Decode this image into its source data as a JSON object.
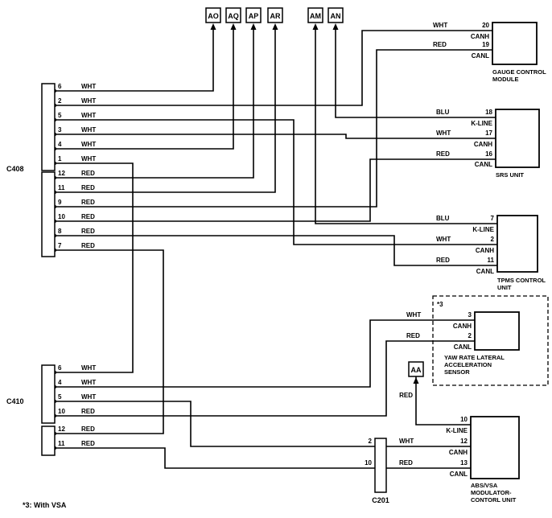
{
  "diagram_note": "*3: With VSA",
  "top_connectors": [
    "AO",
    "AQ",
    "AP",
    "AR",
    "AM",
    "AN"
  ],
  "aa_connector": {
    "label": "AA",
    "wire": "RED"
  },
  "c408": {
    "label": "C408",
    "pins": [
      {
        "n": "6",
        "wire": "WHT"
      },
      {
        "n": "2",
        "wire": "WHT"
      },
      {
        "n": "5",
        "wire": "WHT"
      },
      {
        "n": "3",
        "wire": "WHT"
      },
      {
        "n": "4",
        "wire": "WHT"
      },
      {
        "n": "1",
        "wire": "WHT"
      },
      {
        "n": "12",
        "wire": "RED"
      },
      {
        "n": "11",
        "wire": "RED"
      },
      {
        "n": "9",
        "wire": "RED"
      },
      {
        "n": "10",
        "wire": "RED"
      },
      {
        "n": "8",
        "wire": "RED"
      },
      {
        "n": "7",
        "wire": "RED"
      }
    ]
  },
  "c410": {
    "label": "C410",
    "pins": [
      {
        "n": "6",
        "wire": "WHT"
      },
      {
        "n": "4",
        "wire": "WHT"
      },
      {
        "n": "5",
        "wire": "WHT"
      },
      {
        "n": "10",
        "wire": "RED"
      },
      {
        "n": "12",
        "wire": "RED"
      },
      {
        "n": "11",
        "wire": "RED"
      }
    ]
  },
  "c201": {
    "label": "C201",
    "pins": [
      {
        "n": "2",
        "wire": "WHT"
      },
      {
        "n": "10",
        "wire": "RED"
      }
    ]
  },
  "units": {
    "gauge": {
      "name_lines": [
        "GAUGE CONTROL",
        "MODULE"
      ],
      "pins": [
        {
          "n": "20",
          "signal": "CANH",
          "wire": "WHT"
        },
        {
          "n": "19",
          "signal": "CANL",
          "wire": "RED"
        }
      ]
    },
    "srs": {
      "name_lines": [
        "SRS UNIT"
      ],
      "pins": [
        {
          "n": "18",
          "signal": "K-LINE",
          "wire": "BLU"
        },
        {
          "n": "17",
          "signal": "CANH",
          "wire": "WHT"
        },
        {
          "n": "16",
          "signal": "CANL",
          "wire": "RED"
        }
      ]
    },
    "tpms": {
      "name_lines": [
        "TPMS CONTROL",
        "UNIT"
      ],
      "pins": [
        {
          "n": "7",
          "signal": "K-LINE",
          "wire": "BLU"
        },
        {
          "n": "2",
          "signal": "CANH",
          "wire": "WHT"
        },
        {
          "n": "11",
          "signal": "CANL",
          "wire": "RED"
        }
      ]
    },
    "yaw": {
      "name_lines": [
        "YAW RATE LATERAL",
        "ACCELERATION",
        "SENSOR"
      ],
      "note": "*3",
      "pins": [
        {
          "n": "3",
          "signal": "CANH",
          "wire": "WHT"
        },
        {
          "n": "2",
          "signal": "CANL",
          "wire": "RED"
        }
      ]
    },
    "abs": {
      "name_lines": [
        "ABS/VSA",
        "MODULATOR-",
        "CONTORL UNIT"
      ],
      "pins": [
        {
          "n": "10",
          "signal": "K-LINE",
          "wire": "RED"
        },
        {
          "n": "12",
          "signal": "CANH",
          "wire": "WHT"
        },
        {
          "n": "13",
          "signal": "CANL",
          "wire": "RED"
        }
      ]
    }
  }
}
